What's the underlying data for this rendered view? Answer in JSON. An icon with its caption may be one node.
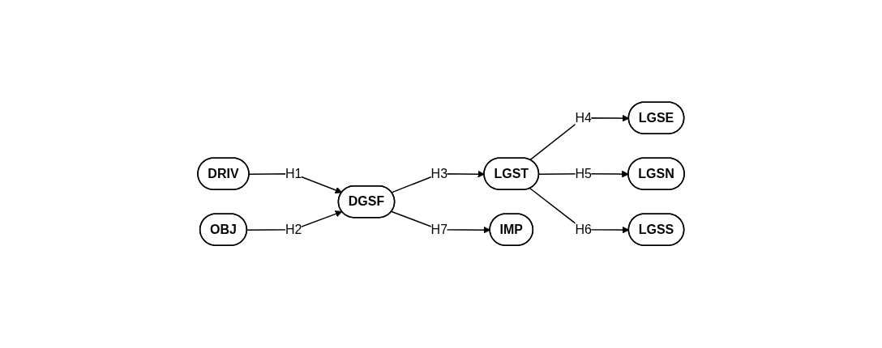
{
  "diagram": {
    "nodes": [
      {
        "text": [
          "DRIV"
        ]
      },
      {
        "text": [
          "OBJ"
        ]
      },
      {
        "text": [
          "DGSF"
        ]
      },
      {
        "text": [
          "LGST"
        ]
      },
      {
        "text": [
          "IMP"
        ]
      },
      {
        "text": [
          "LGSE"
        ]
      },
      {
        "text": [
          "LGSN"
        ]
      },
      {
        "text": [
          "LGSS"
        ]
      }
    ],
    "edges": [
      {
        "from": 0,
        "to": 2,
        "arrow": "to",
        "label": "H1"
      },
      {
        "from": 1,
        "to": 2,
        "arrow": "to",
        "label": "H2"
      },
      {
        "from": 2,
        "to": 3,
        "arrow": "to",
        "label": "H3"
      },
      {
        "from": 2,
        "to": 4,
        "arrow": "to",
        "label": "H7"
      },
      {
        "from": 3,
        "to": 5,
        "arrow": "to",
        "label": "H4"
      },
      {
        "from": 3,
        "to": 6,
        "arrow": "to",
        "label": "H5"
      },
      {
        "from": 3,
        "to": 7,
        "arrow": "to",
        "label": "H6"
      }
    ]
  }
}
